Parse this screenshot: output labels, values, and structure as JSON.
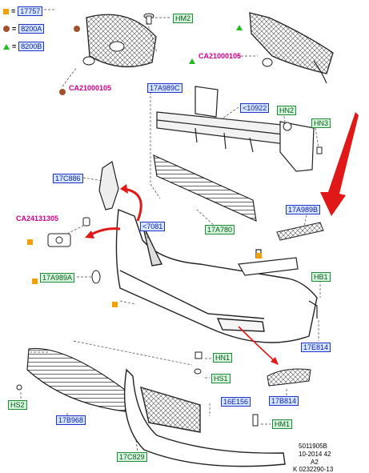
{
  "legend": {
    "square": "17757",
    "circle": "8200A",
    "triangle": "8200B"
  },
  "labels": {
    "hm2": "HM2",
    "ca_left": "CA21000105",
    "ca_right": "CA21000105",
    "p17a989c": "17A989C",
    "p10922": "<10922",
    "hn2": "HN2",
    "hn3": "HN3",
    "p17c886": "17C886",
    "ca24131305": "CA24131305",
    "p7081": "<7081",
    "p17a780": "17A780",
    "p17a989b": "17A989B",
    "p17a989a": "17A989A",
    "hb1": "HB1",
    "p17e814": "17E814",
    "hn1": "HN1",
    "hs1": "HS1",
    "hs2": "HS2",
    "p16e156": "16E156",
    "p17b814": "17B814",
    "p17b968": "17B968",
    "hm1": "HM1",
    "p17c829": "17C829"
  },
  "footer": {
    "line1": "5011905B",
    "line2": "10-2014 42",
    "line3": "A2",
    "line4": "K 0232290-13"
  },
  "colors": {
    "arrow_red": "#e01818",
    "label_blue": "#0b1fa8",
    "label_green": "#0a5a20",
    "ref_pink": "#d0008a"
  }
}
